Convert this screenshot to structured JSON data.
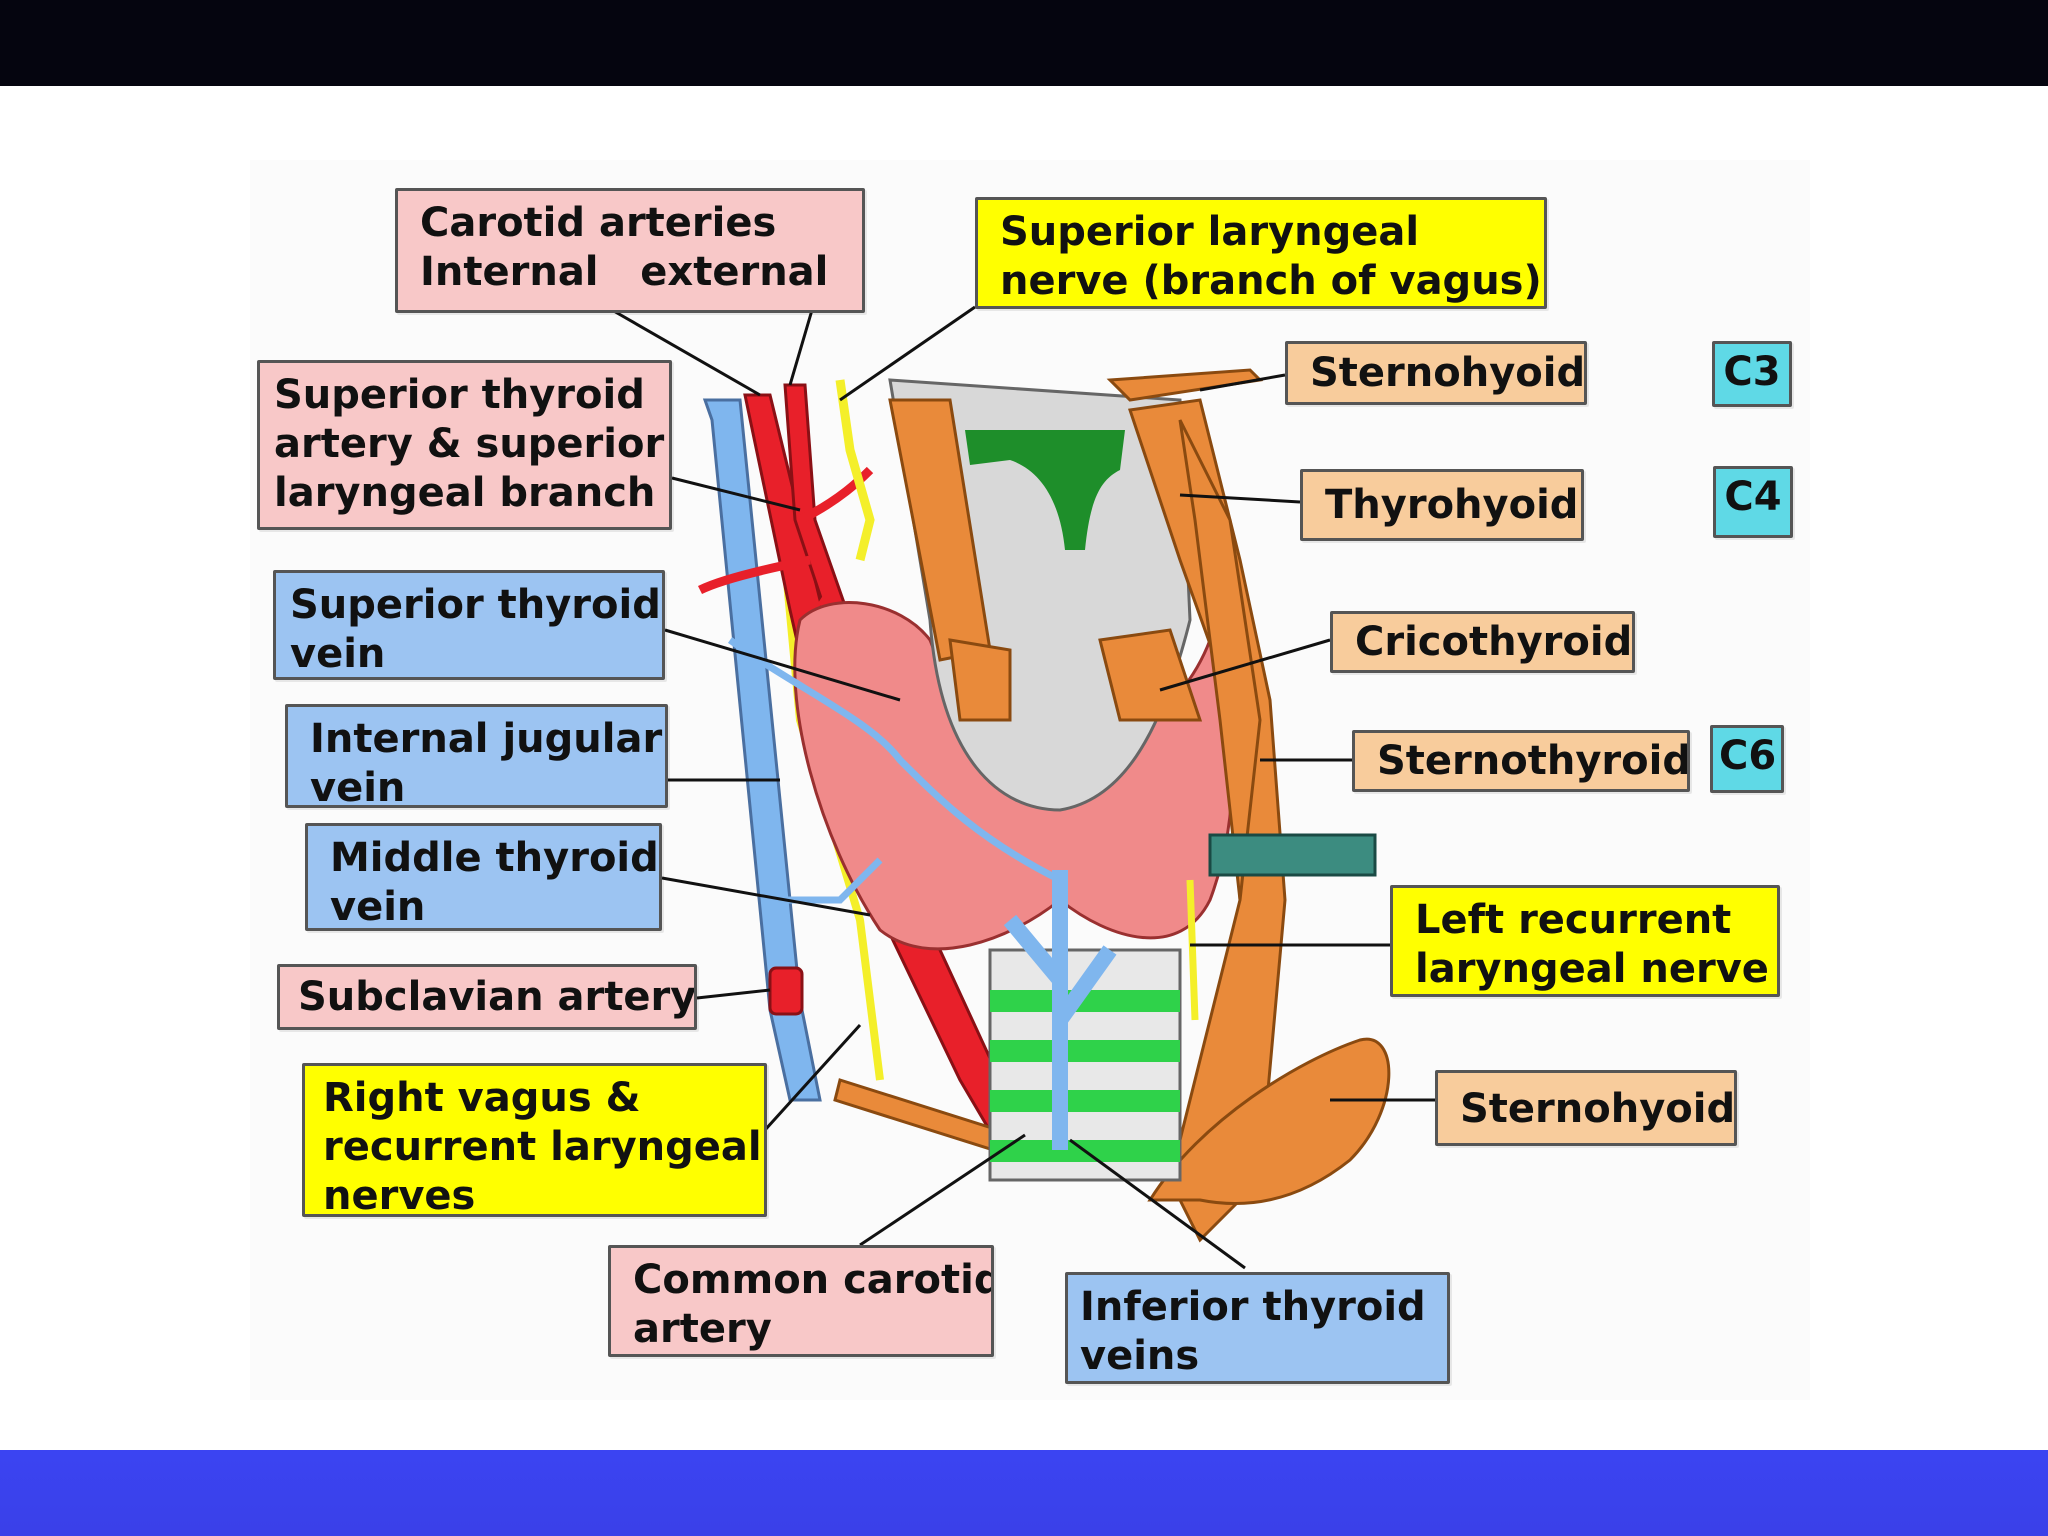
{
  "labels": {
    "carotid_arteries": "Carotid arteries\nInternal   external",
    "superior_laryngeal_nerve": "Superior laryngeal\nnerve (branch of vagus)",
    "sternohyoid_top": "Sternohyoid",
    "superior_thyroid_artery": "Superior thyroid\nartery & superior\nlaryngeal branch",
    "thyrohyoid": "Thyrohyoid",
    "superior_thyroid_vein": "Superior thyroid\nvein",
    "cricothyroid": "Cricothyroid",
    "internal_jugular_vein": "Internal jugular\nvein",
    "sternothyroid": "Sternothyroid",
    "middle_thyroid_vein": "Middle thyroid\nvein",
    "left_recurrent_laryngeal_nerve": "Left recurrent\nlaryngeal nerve",
    "subclavian_artery": "Subclavian artery",
    "right_vagus": "Right vagus &\nrecurrent laryngeal\nnerves",
    "sternohyoid_bottom": "Sternohyoid",
    "common_carotid_artery": "Common carotid\nartery",
    "inferior_thyroid_veins": "Inferior thyroid\nveins"
  },
  "vertebral_levels": {
    "c3": "C3",
    "c4": "C4",
    "c6": "C6"
  },
  "colors": {
    "artery_label": "#f8c8c8",
    "nerve_label": "#ffff00",
    "muscle_label": "#f8cc9c",
    "vein_label": "#9cc4f2",
    "level_label": "#5fd9e6",
    "artery": "#e8202a",
    "vein": "#7fb6ee",
    "muscle": "#e98a3a",
    "thyroid": "#f08a8a",
    "nerve": "#f4ef2a",
    "cartilage": "#d8d8d8",
    "membrane": "#1e8e2a",
    "trachea_ring": "#2fd24a"
  }
}
